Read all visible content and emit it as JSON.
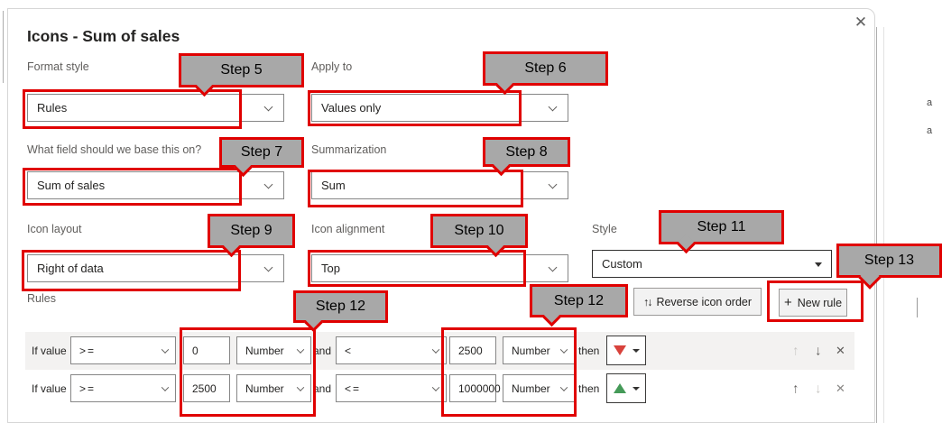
{
  "dialog": {
    "title": "Icons - Sum of sales",
    "close_icon": "✕",
    "fields": {
      "format_style": {
        "label": "Format style",
        "value": "Rules"
      },
      "apply_to": {
        "label": "Apply to",
        "value": "Values only"
      },
      "base_field": {
        "label": "What field should we base this on?",
        "value": "Sum of sales"
      },
      "summarization": {
        "label": "Summarization",
        "value": "Sum"
      },
      "icon_layout": {
        "label": "Icon layout",
        "value": "Right of data"
      },
      "icon_alignment": {
        "label": "Icon alignment",
        "value": "Top"
      },
      "style": {
        "label": "Style",
        "value": "Custom"
      }
    },
    "rules_section": {
      "label": "Rules",
      "reverse_icon_order": {
        "icon": "↑↓",
        "label": "Reverse icon order"
      },
      "new_rule": {
        "icon": "+",
        "label": "New rule"
      },
      "rows": [
        {
          "if_label": "If value",
          "operator1": ">=",
          "value1": "0",
          "value1_type": "Number",
          "and_label": "and",
          "operator2": "<",
          "value2": "2500",
          "value2_type": "Number",
          "then_label": "then",
          "icon": "red-down-triangle",
          "move_up": "↑",
          "move_down": "↓",
          "delete": "✕"
        },
        {
          "if_label": "If value",
          "operator1": ">=",
          "value1": "2500",
          "value1_type": "Number",
          "and_label": "and",
          "operator2": "<=",
          "value2": "1000000",
          "value2_type": "Number",
          "then_label": "then",
          "icon": "green-up-triangle",
          "move_up": "↑",
          "move_down": "↓",
          "delete": "✕"
        }
      ]
    }
  },
  "callouts": {
    "step5": "Step 5",
    "step6": "Step 6",
    "step7": "Step 7",
    "step8": "Step 8",
    "step9": "Step 9",
    "step10": "Step 10",
    "step11": "Step 11",
    "step12a": "Step 12",
    "step12b": "Step 12",
    "step13": "Step 13"
  },
  "background_fragments": {
    "text1": "a",
    "text2": "a"
  },
  "colors": {
    "annotation_red": "#e00000",
    "callout_fill": "#a8a8a8",
    "row_highlight": "#f3f2f1",
    "rule_icon_red": "#d8423c",
    "rule_icon_green": "#459a58",
    "field_border": "#868686",
    "label_gray": "#605e5c",
    "text_dark": "#252423"
  }
}
